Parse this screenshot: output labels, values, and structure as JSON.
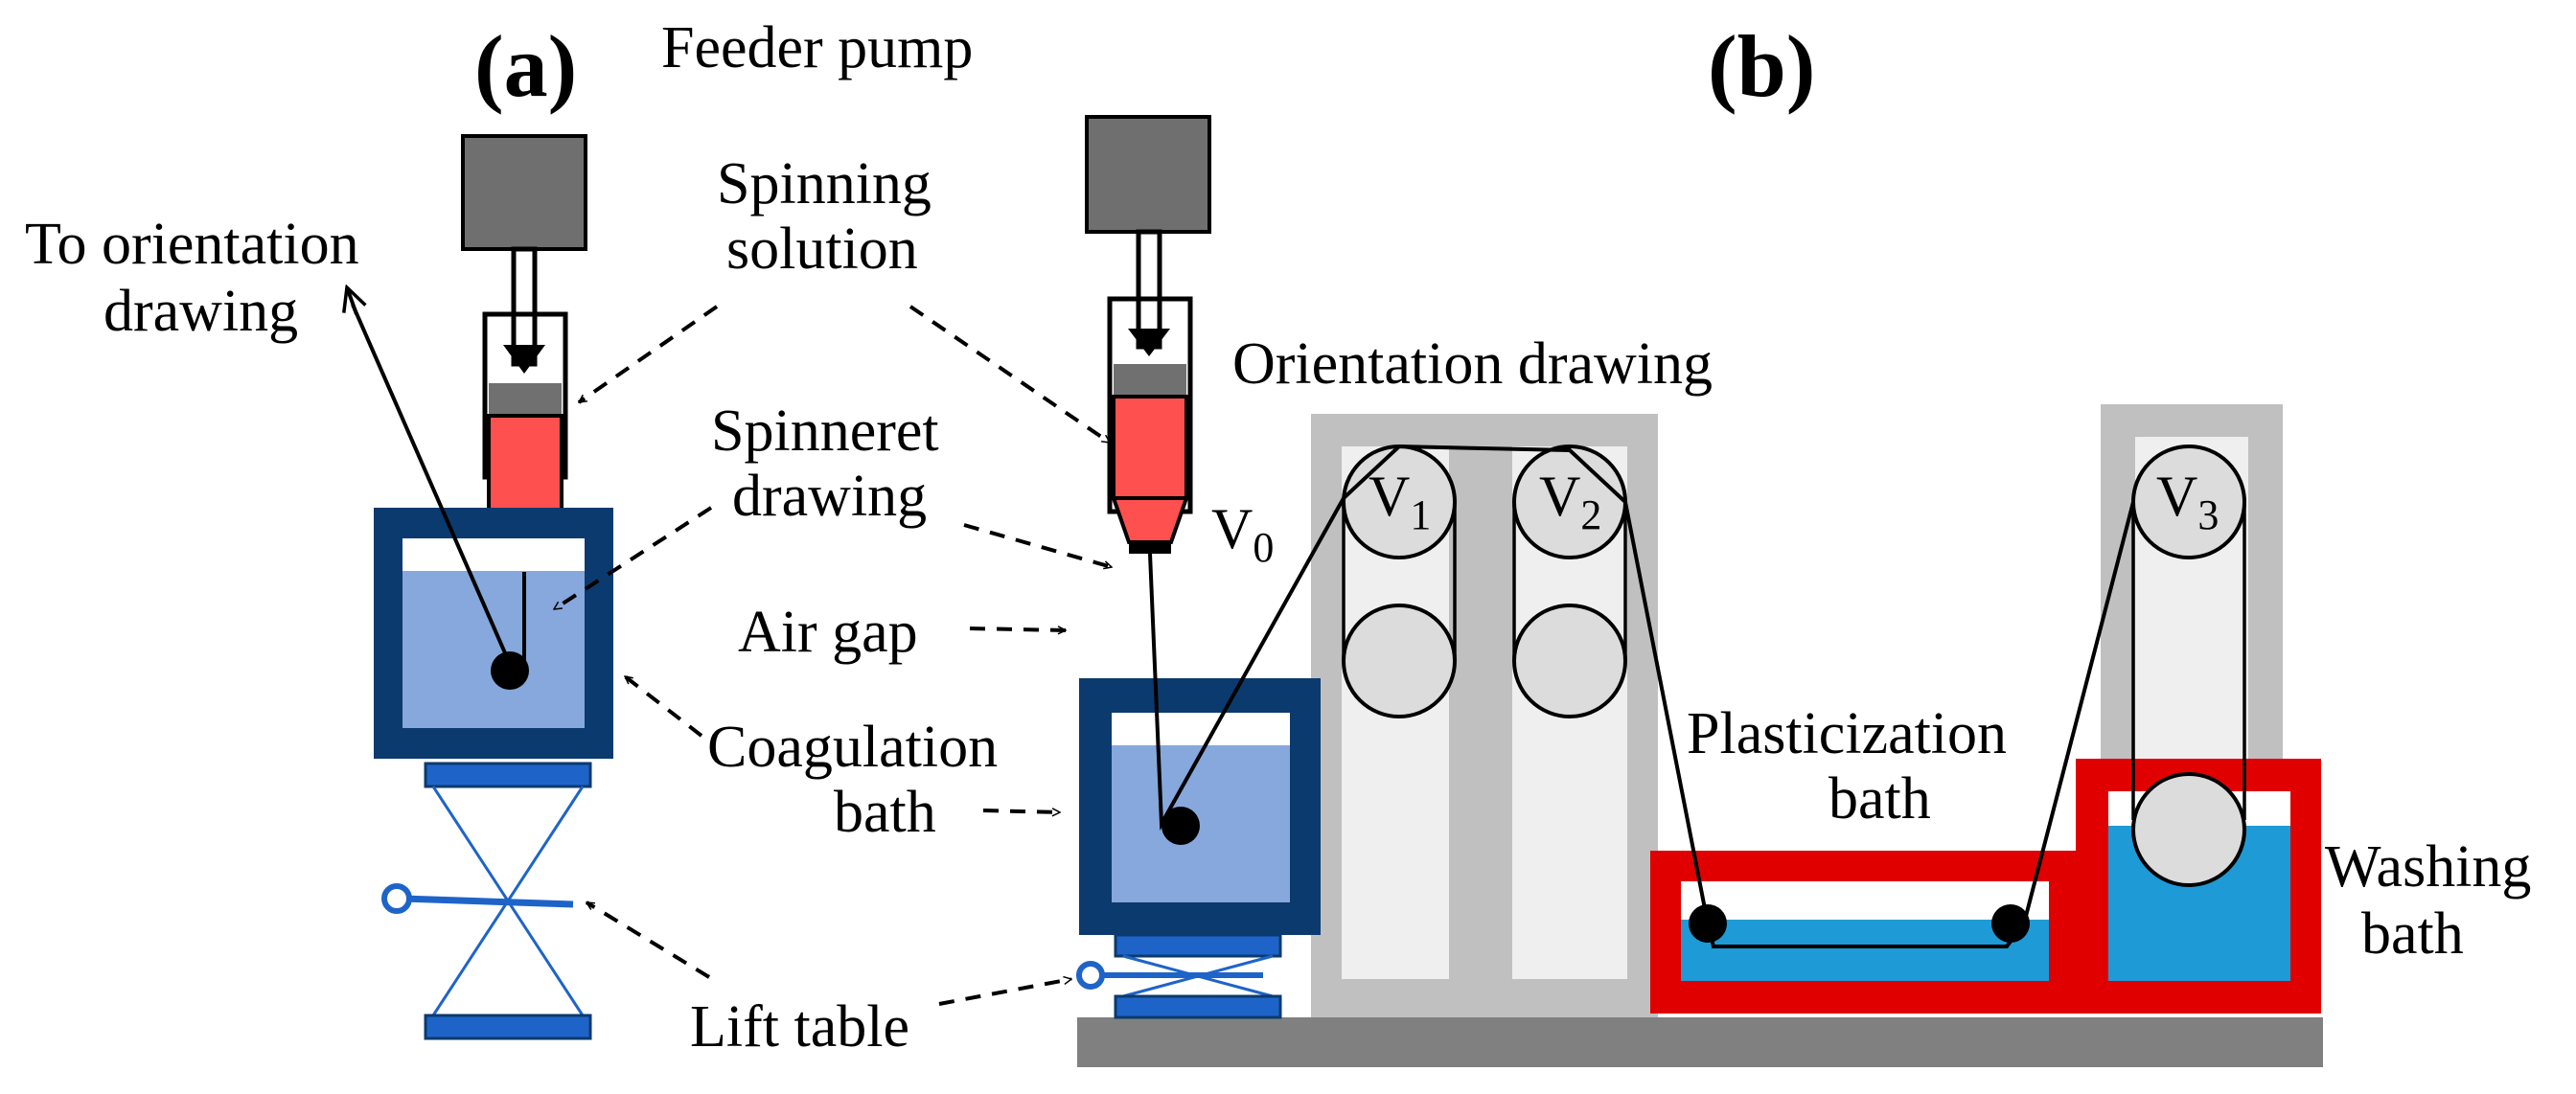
{
  "panels": {
    "a": "(a)",
    "b": "(b)"
  },
  "labels": {
    "feeder_pump": "Feeder pump",
    "to_orientation_1": "To orientation",
    "to_orientation_2": "drawing",
    "spinning_1": "Spinning",
    "spinning_2": "solution",
    "spinneret_1": "Spinneret",
    "spinneret_2": "drawing",
    "air_gap": "Air gap",
    "coag_1": "Coagulation",
    "coag_2": "bath",
    "lift_table": "Lift table",
    "orientation_drawing": "Orientation drawing",
    "plast_1": "Plasticization",
    "plast_2": "bath",
    "wash_1": "Washing",
    "wash_2": "bath",
    "v0": "V",
    "v0_sub": "0",
    "v1": "V",
    "v1_sub": "1",
    "v2": "V",
    "v2_sub": "2",
    "v3": "V",
    "v3_sub": "3"
  },
  "colors": {
    "pump_gray": "#6f6f6f",
    "solution_red": "#ff5050",
    "bath_navy": "#0b3a6e",
    "coag_liquid": "#86a8dc",
    "lift_blue": "#1e64c8",
    "heated_red": "#e00000",
    "bath_cyan": "#1e9ad6",
    "frame_gray": "#c0c0c0",
    "roller_gray": "#dcdcdc",
    "base_gray": "#808080"
  }
}
